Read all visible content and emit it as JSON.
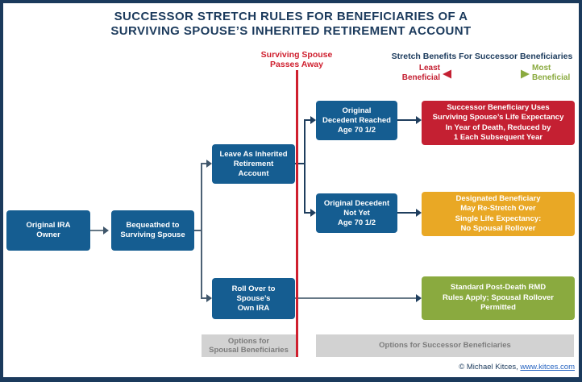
{
  "title": "SUCCESSOR STRETCH RULES FOR BENEFICIARIES OF A\nSURVIVING SPOUSE’S INHERITED RETIREMENT ACCOUNT",
  "event": {
    "label": "Surviving Spouse\nPasses Away"
  },
  "legend": {
    "heading": "Stretch Benefits For Successor Beneficiaries",
    "least_label": "Least\nBeneficial",
    "most_label": "Most\nBeneficial",
    "arrow_icon": "gradient-double-arrow"
  },
  "flow": {
    "original_ira_owner": "Original IRA\nOwner",
    "bequeathed_to_spouse": "Bequeathed to\nSurviving Spouse",
    "leave_as_inherited": "Leave As Inherited\nRetirement\nAccount",
    "roll_over_own_ira": "Roll Over to\nSpouse’s\nOwn IRA",
    "decedent_reached_70half": "Original\nDecedent Reached\nAge 70 1/2",
    "decedent_not_yet_70half": "Original Decedent\nNot Yet\nAge 70 1/2"
  },
  "outcomes": {
    "least_beneficial": "Successor Beneficiary Uses\nSurviving Spouse’s Life Expectancy\nIn Year of Death, Reduced by\n1 Each Subsequent Year",
    "middle_beneficial": "Designated Beneficiary\nMay Re-Stretch Over\nSingle Life Expectancy:\nNo Spousal Rollover",
    "most_beneficial": "Standard Post-Death RMD\nRules Apply; Spousal Rollover\nPermitted"
  },
  "sections": {
    "spousal": "Options for\nSpousal Beneficiaries",
    "successor": "Options for Successor Beneficiaries"
  },
  "credit": {
    "prefix": "© Michael Kitces, ",
    "link": "www.kitces.com"
  },
  "colors": {
    "navy": "#1b3a5c",
    "node_blue": "#155d91",
    "outcome_red": "#c42032",
    "outcome_gold": "#e9a825",
    "outcome_green": "#8aaa3f",
    "event_red": "#cf1f2e",
    "section_gray": "#d2d2d2",
    "link_blue": "#2563c0"
  }
}
